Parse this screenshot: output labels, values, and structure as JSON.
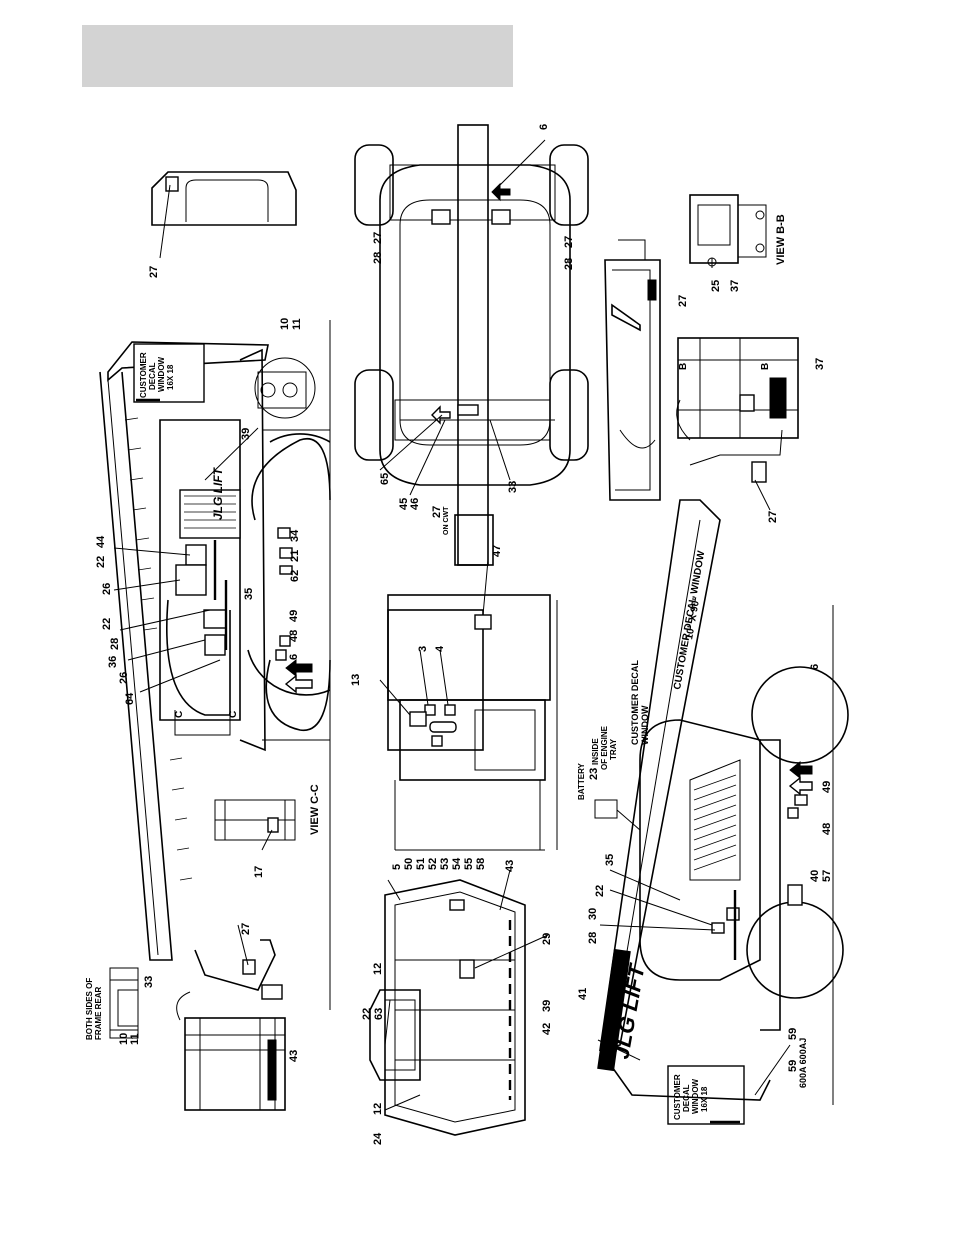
{
  "header": {
    "background": "#d3d3d3"
  },
  "callouts": [
    {
      "id": "c-27-a",
      "text": "27"
    },
    {
      "id": "c-10-a",
      "text": "10"
    },
    {
      "id": "c-11-a",
      "text": "11"
    },
    {
      "id": "c-39-a",
      "text": "39"
    },
    {
      "id": "c-44",
      "text": "44"
    },
    {
      "id": "c-22-a",
      "text": "22"
    },
    {
      "id": "c-26-a",
      "text": "26"
    },
    {
      "id": "c-22-b",
      "text": "22"
    },
    {
      "id": "c-28-a",
      "text": "28"
    },
    {
      "id": "c-36",
      "text": "36"
    },
    {
      "id": "c-26-b",
      "text": "26"
    },
    {
      "id": "c-64",
      "text": "64"
    },
    {
      "id": "c-34",
      "text": "34"
    },
    {
      "id": "c-21",
      "text": "21"
    },
    {
      "id": "c-62",
      "text": "62"
    },
    {
      "id": "c-35-a",
      "text": "35"
    },
    {
      "id": "c-49-a",
      "text": "49"
    },
    {
      "id": "c-48-a",
      "text": "48"
    },
    {
      "id": "c-6-a",
      "text": "6"
    },
    {
      "id": "c-17",
      "text": "17"
    },
    {
      "id": "c-27-b",
      "text": "27"
    },
    {
      "id": "c-33-a",
      "text": "33"
    },
    {
      "id": "c-10-b",
      "text": "10"
    },
    {
      "id": "c-11-b",
      "text": "11"
    },
    {
      "id": "c-43-a",
      "text": "43"
    },
    {
      "id": "c-6-b",
      "text": "6"
    },
    {
      "id": "c-28-b",
      "text": "28"
    },
    {
      "id": "c-27-c",
      "text": "27"
    },
    {
      "id": "c-27-d",
      "text": "27"
    },
    {
      "id": "c-28-c",
      "text": "28"
    },
    {
      "id": "c-65",
      "text": "65"
    },
    {
      "id": "c-45",
      "text": "45"
    },
    {
      "id": "c-46",
      "text": "46"
    },
    {
      "id": "c-27-e",
      "text": "27"
    },
    {
      "id": "c-33-b",
      "text": "33"
    },
    {
      "id": "c-27-f",
      "text": "27"
    },
    {
      "id": "c-25",
      "text": "25"
    },
    {
      "id": "c-37-a",
      "text": "37"
    },
    {
      "id": "c-37-b",
      "text": "37"
    },
    {
      "id": "c-27-g",
      "text": "27"
    },
    {
      "id": "c-13",
      "text": "13"
    },
    {
      "id": "c-3",
      "text": "3"
    },
    {
      "id": "c-4",
      "text": "4"
    },
    {
      "id": "c-47",
      "text": "47"
    },
    {
      "id": "c-5",
      "text": "5"
    },
    {
      "id": "c-50",
      "text": "50"
    },
    {
      "id": "c-51",
      "text": "51"
    },
    {
      "id": "c-52",
      "text": "52"
    },
    {
      "id": "c-53",
      "text": "53"
    },
    {
      "id": "c-54",
      "text": "54"
    },
    {
      "id": "c-55",
      "text": "55"
    },
    {
      "id": "c-58",
      "text": "58"
    },
    {
      "id": "c-43-b",
      "text": "43"
    },
    {
      "id": "c-12-a",
      "text": "12"
    },
    {
      "id": "c-29",
      "text": "29"
    },
    {
      "id": "c-22-c",
      "text": "22"
    },
    {
      "id": "c-63",
      "text": "63"
    },
    {
      "id": "c-39-b",
      "text": "39"
    },
    {
      "id": "c-42",
      "text": "42"
    },
    {
      "id": "c-12-b",
      "text": "12"
    },
    {
      "id": "c-24",
      "text": "24"
    },
    {
      "id": "c-23",
      "text": "23"
    },
    {
      "id": "c-6-c",
      "text": "6"
    },
    {
      "id": "c-49-b",
      "text": "49"
    },
    {
      "id": "c-48-b",
      "text": "48"
    },
    {
      "id": "c-35-b",
      "text": "35"
    },
    {
      "id": "c-40",
      "text": "40"
    },
    {
      "id": "c-57",
      "text": "57"
    },
    {
      "id": "c-22-d",
      "text": "22"
    },
    {
      "id": "c-30",
      "text": "30"
    },
    {
      "id": "c-28-d",
      "text": "28"
    },
    {
      "id": "c-41",
      "text": "41"
    },
    {
      "id": "c-59-a",
      "text": "59"
    },
    {
      "id": "c-59-b",
      "text": "59"
    },
    {
      "id": "c-600a",
      "text": "600A 600AJ"
    }
  ],
  "labels": {
    "view_c": "VIEW C-C",
    "view_b": "VIEW B-B",
    "both_sides": "BOTH SIDES OF",
    "frame_rear": "FRAME REAR",
    "customer_decal_window_16x18": [
      "CUSTOMER",
      "DECAL",
      "WINDOW",
      "16X 18"
    ],
    "customer_decal_window_long": "CUSTOMER DECAL WINDOW",
    "customer_decal_window_size": "10\" X 90\"",
    "customer_decal": "CUSTOMER DECAL",
    "window": "WINDOW",
    "battery": "BATTERY",
    "inside": "INSIDE",
    "of_engine": "OF ENGINE",
    "tray": "TRAY",
    "on_cwt": "ON CWT",
    "c_marker": "C",
    "b_marker": "B",
    "brand": "JLG LIFT"
  }
}
